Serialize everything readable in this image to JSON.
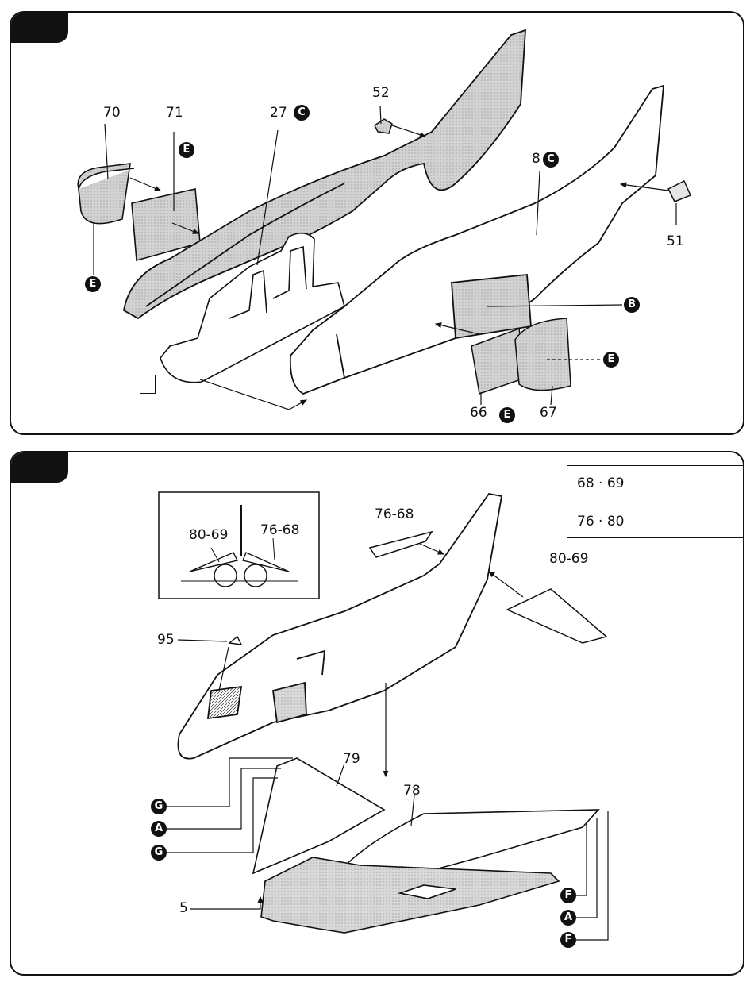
{
  "step1": {
    "parts": {
      "p70": "70",
      "p71": "71",
      "p27": "27",
      "p52": "52",
      "p8": "8",
      "p51": "51",
      "p66": "66",
      "p67": "67"
    },
    "markers": {
      "c27": "C",
      "c8": "C",
      "e_top": "E",
      "e_left": "E",
      "b": "B",
      "e_right": "E",
      "e_bottom": "E"
    }
  },
  "step2": {
    "parts": {
      "inset_left": "80-69",
      "inset_right": "76-68",
      "stab_left": "76-68",
      "stab_right": "80-69",
      "p95": "95",
      "p79": "79",
      "p78": "78",
      "p5": "5"
    },
    "markers": {
      "g1": "G",
      "a1": "A",
      "g2": "G",
      "f1": "F",
      "a2": "A",
      "f2": "F"
    },
    "legend": {
      "row1": "68 · 69",
      "row2": "76 · 80"
    }
  },
  "colors": {
    "ink": "#111111",
    "shade": "#c8c8c8"
  }
}
